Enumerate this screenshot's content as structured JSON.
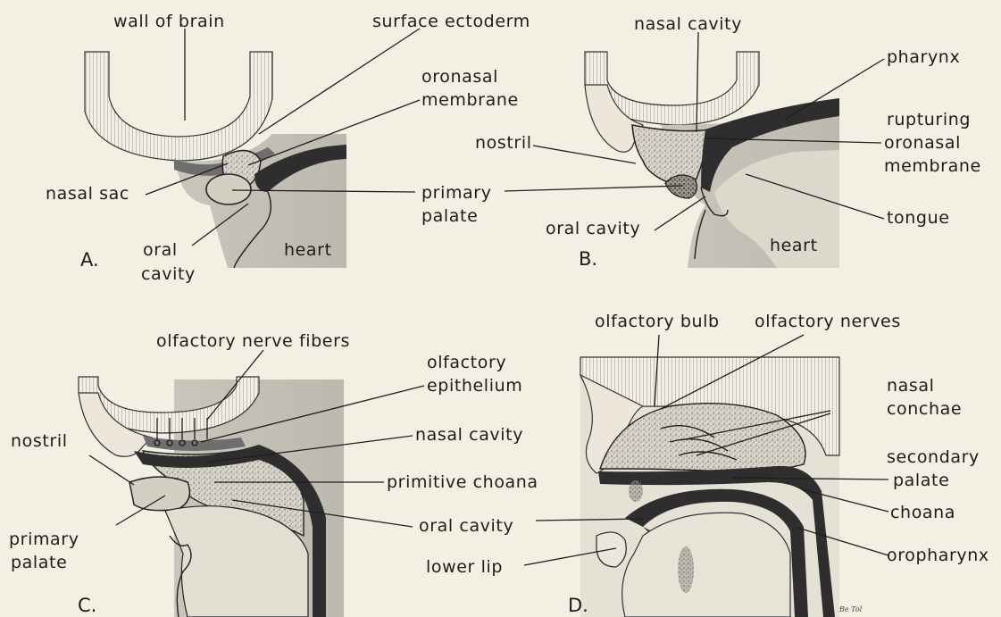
{
  "panels": {
    "A": {
      "letter": "A.",
      "labels": {
        "wall_of_brain": "wall of brain",
        "surface_ectoderm": "surface ectoderm",
        "oronasal_1": "oronasal",
        "oronasal_2": "membrane",
        "nasal_sac": "nasal sac",
        "primary_1": "primary",
        "primary_2": "palate",
        "oral_1": "oral",
        "oral_2": "cavity",
        "heart": "heart"
      }
    },
    "B": {
      "letter": "B.",
      "labels": {
        "nasal_cavity": "nasal cavity",
        "pharynx": "pharynx",
        "rupturing": "rupturing",
        "oronasal": "oronasal",
        "membrane": "membrane",
        "nostril": "nostril",
        "oral_cavity": "oral cavity",
        "tongue": "tongue",
        "heart": "heart"
      }
    },
    "C": {
      "letter": "C.",
      "labels": {
        "olfactory_nerve_fibers": "olfactory nerve fibers",
        "olfactory_1": "olfactory",
        "olfactory_2": "epithelium",
        "nostril": "nostril",
        "nasal_cavity": "nasal cavity",
        "primitive_choana": "primitive choana",
        "primary_1": "primary",
        "primary_2": "palate",
        "oral_cavity": "oral cavity"
      }
    },
    "D": {
      "letter": "D.",
      "labels": {
        "olfactory_bulb": "olfactory bulb",
        "olfactory_nerves": "olfactory nerves",
        "nasal_1": "nasal",
        "nasal_2": "conchae",
        "secondary_1": "secondary",
        "secondary_2": "palate",
        "choana": "choana",
        "oropharynx": "oropharynx",
        "lower_lip": "lower lip"
      }
    }
  },
  "signature": "Be Tol",
  "colors": {
    "paper": "#f3efe3",
    "ink": "#1c1c1c",
    "tissue_dark": "#2e2e2e",
    "tissue_light": "#cfcac0"
  }
}
